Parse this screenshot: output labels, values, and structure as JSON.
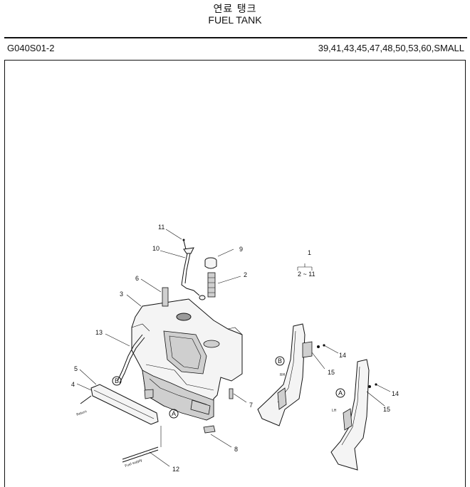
{
  "header": {
    "title_korean": "연료 탱크",
    "title_english": "FUEL TANK"
  },
  "info_bar": {
    "drawing_code": "G040S01-2",
    "models": "39,41,43,45,47,48,50,53,60,SMALL"
  },
  "diagram": {
    "callouts": [
      "1",
      "2",
      "3",
      "4",
      "5",
      "6",
      "7",
      "8",
      "9",
      "10",
      "11",
      "12",
      "13",
      "14",
      "15"
    ],
    "assembly_range": "2 ~ 11",
    "connection_refs": [
      "A",
      "B"
    ],
    "small_text": {
      "return_label": "Return",
      "supply_label": "Fuel supply",
      "lh_label": "LH",
      "rh_label": "RH"
    }
  }
}
